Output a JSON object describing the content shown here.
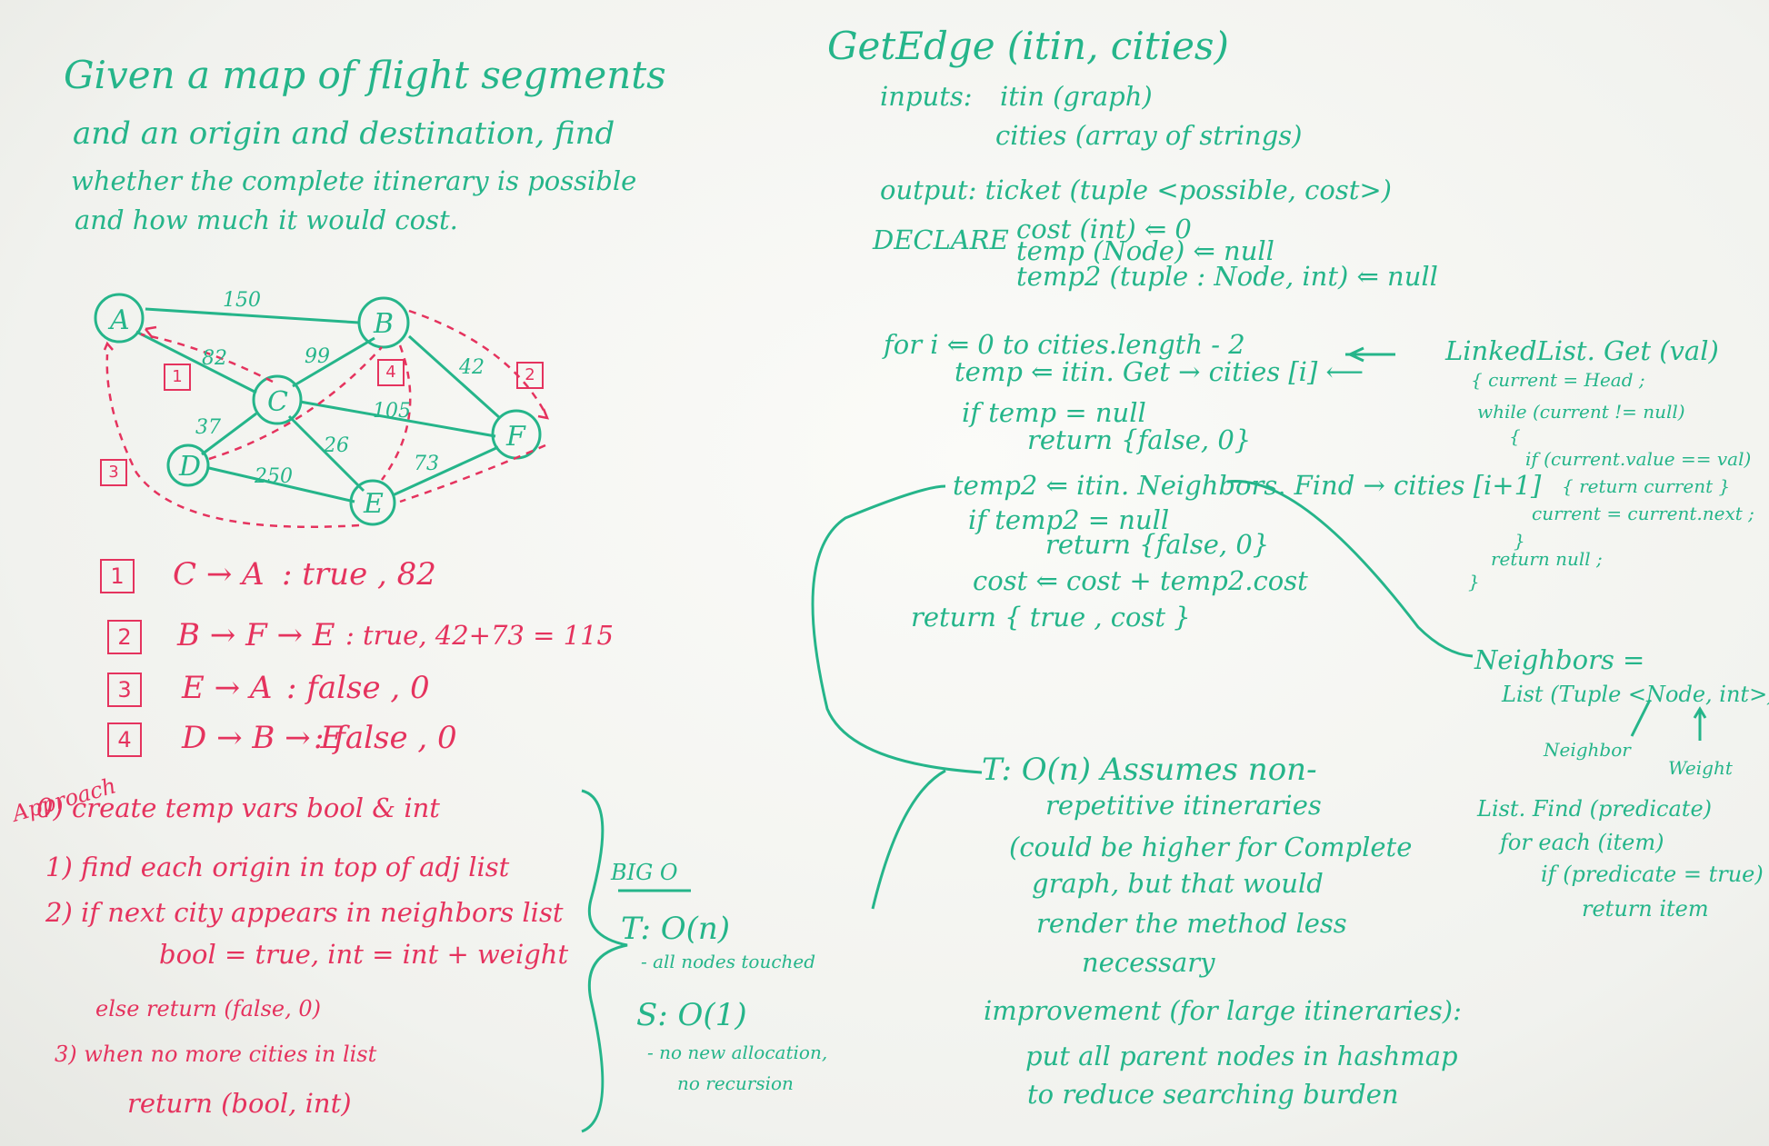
{
  "problem": {
    "line1": "Given a map of flight segments",
    "line2": "and an origin and destination, find",
    "line3": "whether the complete itinerary is possible",
    "line4": "and how much it would cost."
  },
  "graph": {
    "nodes": [
      "A",
      "B",
      "C",
      "D",
      "E",
      "F"
    ],
    "weights": {
      "A_B": "150",
      "A_C": "82",
      "B_C": "99",
      "B_F": "42",
      "C_F": "105",
      "C_D": "37",
      "C_E": "26",
      "D_E": "250",
      "F_E": "73"
    },
    "markers": [
      "1",
      "2",
      "3",
      "4"
    ]
  },
  "examples": [
    {
      "num": "1",
      "route": "C → A",
      "result": ":  true , 82"
    },
    {
      "num": "2",
      "route": "B → F → E",
      "result": ": true, 42+73 = 115"
    },
    {
      "num": "3",
      "route": "E → A",
      "result": ":  false , 0"
    },
    {
      "num": "4",
      "route": "D → B → E",
      "result": ":  false , 0"
    }
  ],
  "approach": {
    "label": "Approach",
    "steps": [
      "0) create temp vars bool & int",
      "1) find each origin in top of adj list",
      "2) if next city appears in neighbors list",
      "bool = true,  int = int + weight",
      "else return (false, 0)",
      "3) when no more cities in list",
      "return (bool, int)"
    ]
  },
  "bigo": {
    "title": "BIG O",
    "time": "T: O(n)",
    "time_note": "- all nodes touched",
    "space": "S: O(1)",
    "space_note1": "- no new allocation,",
    "space_note2": "no recursion"
  },
  "pseudo": {
    "header": "GetEdge (itin, cities)",
    "inputs_label": "inputs:",
    "input1": "itin (graph)",
    "input2": "cities (array of strings)",
    "output": "output: ticket (tuple <possible, cost>)",
    "declare": "DECLARE",
    "decl1": "cost (int) ⇐ 0",
    "decl2": "temp (Node) ⇐ null",
    "decl3": "temp2 (tuple : Node, int) ⇐ null",
    "for": "for i ⇐ 0 to cities.length - 2",
    "l1": "temp ⇐ itin. Get → cities [i]  ⟵",
    "l2": "if temp = null",
    "l3": "return {false, 0}",
    "l4": "temp2 ⇐ itin. Neighbors. Find → cities [i+1]",
    "l5": "if temp2 = null",
    "l6": "return {false, 0}",
    "l7": "cost ⇐ cost + temp2.cost",
    "l8": "return  { true , cost }"
  },
  "linkedlist": {
    "title": "LinkedList. Get (val)",
    "l1": "{ current = Head ;",
    "l2": "while (current != null)",
    "l3": "{",
    "l4": "if (current.value == val)",
    "l5": "{ return current }",
    "l6": "current = current.next ;",
    "l7": "}",
    "l8": "return null ;",
    "l9": "}"
  },
  "neighbors": {
    "l1": "Neighbors =",
    "l2": "List (Tuple <Node, int>)",
    "neighbor": "Neighbor",
    "weight": "Weight"
  },
  "listfind": {
    "l1": "List. Find (predicate)",
    "l2": "for each (item)",
    "l3": "if (predicate = true)",
    "l4": "return item"
  },
  "complexity": {
    "l1": "T: O(n)   Assumes non-",
    "l2": "repetitive itineraries",
    "l3": "(could be higher for Complete",
    "l4": "graph, but that would",
    "l5": "render the method less",
    "l6": "necessary",
    "imp1": "improvement (for large itineraries):",
    "imp2": "put all parent nodes in hashmap",
    "imp3": "to reduce searching burden"
  },
  "colors": {
    "green": "#25b58a",
    "red": "#e5335e",
    "board": "#f4f5f1"
  }
}
